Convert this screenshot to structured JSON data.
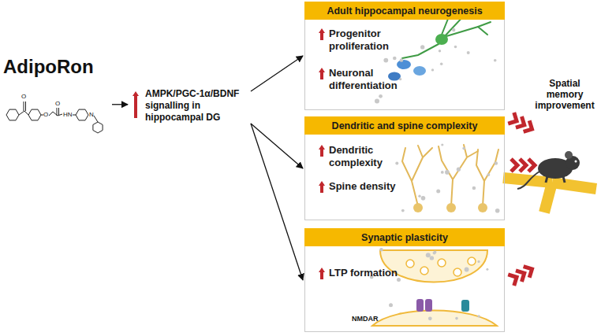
{
  "diagram": {
    "nodes": [
      {
        "text": [
          "AdipoRon"
        ]
      },
      {
        "text": [
          "AMPK/PGC-1α/BDNF signalling in hippocampal DG"
        ]
      },
      {
        "text": [
          "Adult hippocampal neurogenesis",
          "Progenitor proliferation",
          "Neuronal differentiation"
        ]
      },
      {
        "text": [
          "Dendritic and spine complexity",
          "Dendritic complexity",
          "Spine density"
        ]
      },
      {
        "text": [
          "Synaptic plasticity",
          "LTP formation"
        ]
      }
    ],
    "edges": [
      {
        "from": 0,
        "to": 1,
        "arrow": "to"
      },
      {
        "from": 1,
        "to": 2,
        "arrow": "to"
      },
      {
        "from": 1,
        "to": 3,
        "arrow": "to"
      },
      {
        "from": 1,
        "to": 4,
        "arrow": "to"
      }
    ],
    "labels": [
      "O",
      "O",
      "O",
      "HN",
      "N",
      "NMDAR",
      "Spatial memory improvement"
    ]
  }
}
